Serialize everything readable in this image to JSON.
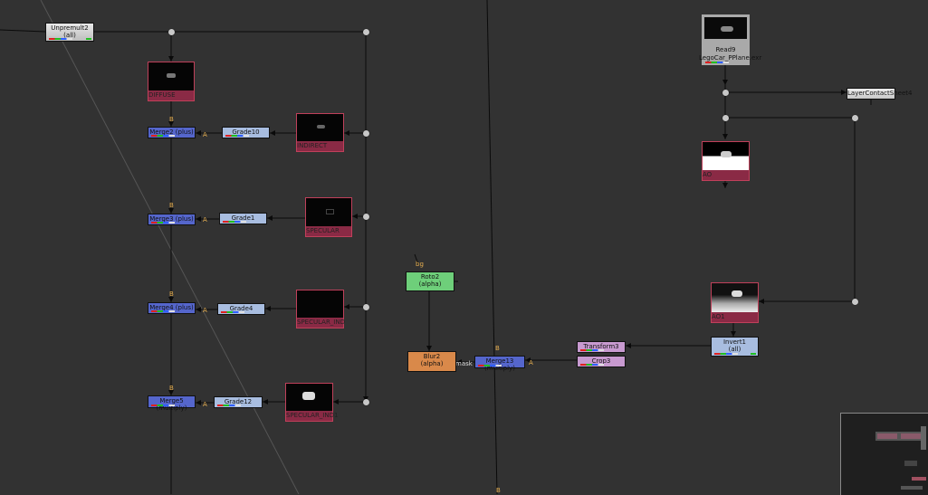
{
  "nodes": {
    "unpremult2": {
      "label": "Unpremult2",
      "sub": "(all)"
    },
    "diffuse": {
      "label": "DIFFUSE"
    },
    "indirect": {
      "label": "INDIRECT"
    },
    "specular": {
      "label": "SPECULAR"
    },
    "specular_ind": {
      "label": "SPECULAR_IND"
    },
    "specular_ind1": {
      "label": "SPECULAR_IND1"
    },
    "merge2": {
      "label": "Merge2 (plus)"
    },
    "merge3": {
      "label": "Merge3 (plus)"
    },
    "merge4": {
      "label": "Merge4 (plus)"
    },
    "merge5": {
      "label": "Merge5 (multiply)"
    },
    "merge13": {
      "label": "Merge13 (multiply)"
    },
    "grade10": {
      "label": "Grade10"
    },
    "grade1": {
      "label": "Grade1"
    },
    "grade4": {
      "label": "Grade4"
    },
    "grade12": {
      "label": "Grade12"
    },
    "read9": {
      "label": "Read9",
      "sub": "LegoCar_PPlane.exr"
    },
    "layer_contact_sheet": {
      "label": "LayerContactSheet4"
    },
    "ao": {
      "label": "AO"
    },
    "ao1": {
      "label": "AO1"
    },
    "invert1": {
      "label": "Invert1",
      "sub": "(all)"
    },
    "transform3": {
      "label": "Transform3"
    },
    "crop3": {
      "label": "Crop3"
    },
    "roto2": {
      "label": "Roto2",
      "sub": "(alpha)"
    },
    "blur2": {
      "label": "Blur2",
      "sub": "(alpha)"
    }
  },
  "inputs": {
    "b": "B",
    "a": "A",
    "bg": "bg",
    "mask": "mask"
  },
  "colors": {
    "background": "#323232",
    "merge": "#5566cc",
    "grade": "#a8bde0",
    "read": "#8a2a45",
    "roto": "#6ecf7a",
    "blur": "#d9894a",
    "transform": "#c89ad0",
    "edge": "#0a0a0a"
  }
}
